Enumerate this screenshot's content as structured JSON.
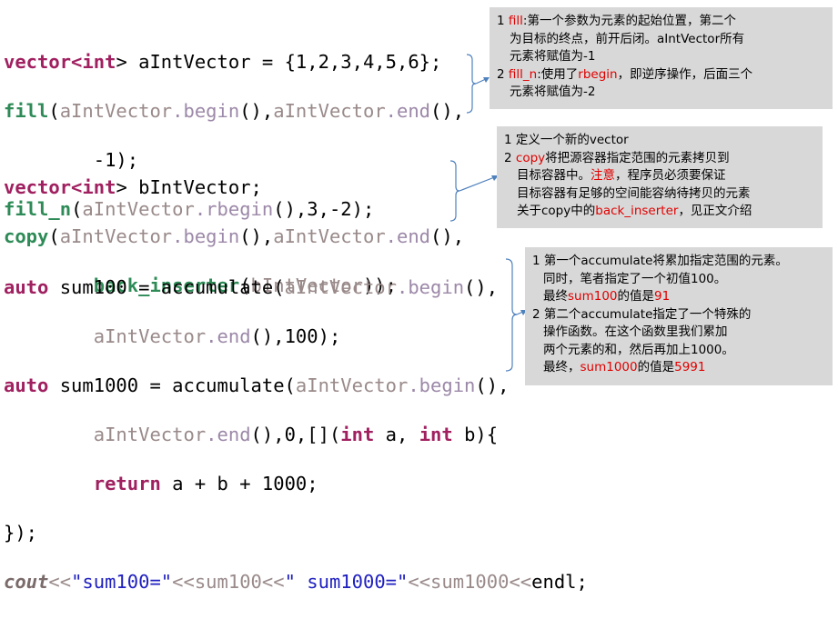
{
  "block1": {
    "l1_a": "vector<",
    "l1_b": "int",
    "l1_c": "> aIntVector = {1,2,3,4,5,6};",
    "l2_fn": "fill",
    "l2_a": "(",
    "l2_v1": "aIntVector",
    "l2_m1": ".begin",
    "l2_b": "(),",
    "l2_v2": "aIntVector",
    "l2_m2": ".end",
    "l2_c": "(),",
    "l3": "        -1);",
    "l4_fn": "fill_n",
    "l4_a": "(",
    "l4_v": "aIntVector",
    "l4_m": ".rbegin",
    "l4_b": "(),3,-2);"
  },
  "block2": {
    "l1_a": "vector<",
    "l1_b": "int",
    "l1_c": "> bIntVector;",
    "l2_fn": "copy",
    "l2_a": "(",
    "l2_v1": "aIntVector",
    "l2_m1": ".begin",
    "l2_b": "(),",
    "l2_v2": "aIntVector",
    "l2_m2": ".end",
    "l2_c": "(),",
    "l3_fn": "back_inserter",
    "l3_a": "(",
    "l3_v": "bIntVector",
    "l3_b": "));"
  },
  "block3": {
    "kw_auto": "auto",
    "l1_a": " sum100 = accumulate(",
    "l1_v": "aIntVector",
    "l1_m": ".begin",
    "l1_b": "(),",
    "l2_v": "aIntVector",
    "l2_m": ".end",
    "l2_b": "(),100);",
    "l3_a": " sum1000 = accumulate(",
    "l3_v": "aIntVector",
    "l3_m": ".begin",
    "l3_b": "(),",
    "l4_v": "aIntVector",
    "l4_m": ".end",
    "l4_b": "(),0,[](",
    "l4_int1": "int",
    "l4_c": " a, ",
    "l4_int2": "int",
    "l4_d": " b){",
    "l5_kw": "return",
    "l5_a": " a + b + 1000;",
    "l6": "});",
    "l7_cout": "cout",
    "l7_op1": "<<",
    "l7_s1": "\"sum100=\"",
    "l7_op2": "<<",
    "l7_v1": "sum100",
    "l7_op3": "<<",
    "l7_s2": "\" sum1000=\"",
    "l7_op4": "<<",
    "l7_v2": "sum1000",
    "l7_op5": "<<",
    "l7_end": "endl;"
  },
  "note1": {
    "r1_num": "1 ",
    "r1_kw": "fill",
    "r1_text": ":第一个参数为元素的起始位置，第二个",
    "r2": "为目标的终点，前开后闭。aIntVector所有",
    "r3": "元素将赋值为-1",
    "r4_num": "2 ",
    "r4_kw": "fill_n",
    "r4_a": ":使用了",
    "r4_kw2": "rbegin",
    "r4_b": "，即逆序操作，后面三个",
    "r5": "元素将赋值为-2"
  },
  "note2": {
    "r1": "1 定义一个新的vector",
    "r2_num": "2 ",
    "r2_kw": "copy",
    "r2_text": "将把源容器指定范围的元素拷贝到",
    "r3_a": "目标容器中。",
    "r3_kw": "注意",
    "r3_b": "，程序员必须要保证",
    "r4": "目标容器有足够的空间能容纳待拷贝的元素",
    "r5_a": "关于copy中的",
    "r5_kw": "back_inserter",
    "r5_b": "，见正文介绍"
  },
  "note3": {
    "r1": "1 第一个accumulate将累加指定范围的元素。",
    "r2": "同时，笔者指定了一个初值100。",
    "r3_a": "最终",
    "r3_kw": "sum100",
    "r3_b": "的值是",
    "r3_val": "91",
    "r4": "2 第二个accumulate指定了一个特殊的",
    "r5": "操作函数。在这个函数里我们累加",
    "r6": "两个元素的和，然后再加上1000。",
    "r7_a": "最终，",
    "r7_kw": "sum1000",
    "r7_b": "的值是",
    "r7_val": "5991"
  },
  "colors": {
    "note_bg": "#d8d8d8",
    "bracket": "#4f81bd",
    "highlight": "#e00000"
  }
}
